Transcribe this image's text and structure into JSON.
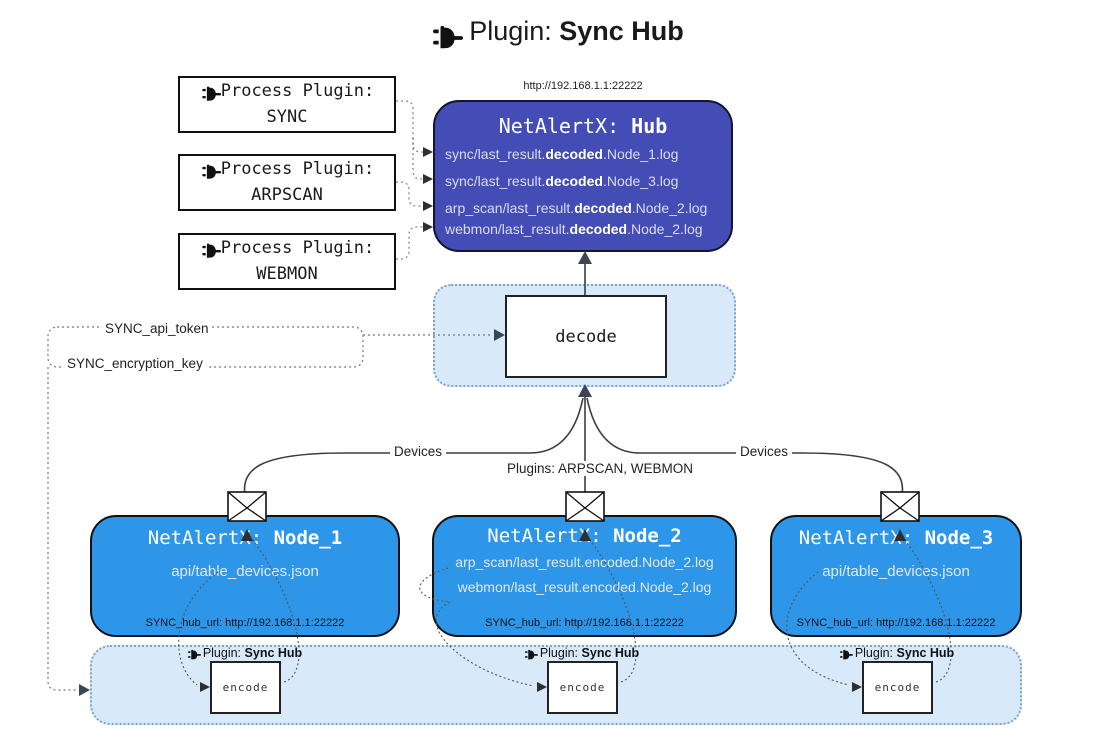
{
  "title": {
    "label": "Plugin:",
    "name": "Sync Hub"
  },
  "hub": {
    "url": "http://192.168.1.1:22222",
    "name_label": "NetAlertX:",
    "name": "Hub",
    "files": [
      {
        "pre": "sync/last_result.",
        "bold": "decoded",
        "post": ".Node_1.log"
      },
      {
        "pre": "sync/last_result.",
        "bold": "decoded",
        "post": ".Node_3.log"
      },
      {
        "pre": "arp_scan/last_result.",
        "bold": "decoded",
        "post": ".Node_2.log"
      },
      {
        "pre": "webmon/last_result.",
        "bold": "decoded",
        "post": ".Node_2.log"
      }
    ]
  },
  "process_plugins": [
    {
      "label": "Process Plugin:",
      "name": "SYNC"
    },
    {
      "label": "Process Plugin:",
      "name": "ARPSCAN"
    },
    {
      "label": "Process Plugin:",
      "name": "WEBMON"
    }
  ],
  "settings": {
    "api_token": "SYNC_api_token",
    "encryption_key": "SYNC_encryption_key"
  },
  "decode": {
    "label": "decode"
  },
  "edge_labels": {
    "devices_left": "Devices",
    "plugins_mid": "Plugins: ARPSCAN, WEBMON",
    "devices_right": "Devices"
  },
  "nodes": [
    {
      "name_label": "NetAlertX:",
      "name": "Node_1",
      "files": [
        "api/table_devices.json"
      ],
      "hub_url": "SYNC_hub_url: http://192.168.1.1:22222"
    },
    {
      "name_label": "NetAlertX:",
      "name": "Node_2",
      "files": [
        "arp_scan/last_result.encoded.Node_2.log",
        "webmon/last_result.encoded.Node_2.log"
      ],
      "hub_url": "SYNC_hub_url: http://192.168.1.1:22222"
    },
    {
      "name_label": "NetAlertX:",
      "name": "Node_3",
      "files": [
        "api/table_devices.json"
      ],
      "hub_url": "SYNC_hub_url: http://192.168.1.1:22222"
    }
  ],
  "encoders": [
    {
      "plugin_label": "Plugin:",
      "plugin_name": "Sync Hub",
      "label": "encode"
    },
    {
      "plugin_label": "Plugin:",
      "plugin_name": "Sync Hub",
      "label": "encode"
    },
    {
      "plugin_label": "Plugin:",
      "plugin_name": "Sync Hub",
      "label": "encode"
    }
  ],
  "colors": {
    "hub_bg": "#444cb5",
    "node_bg": "#2e96e8",
    "panel_bg": "#d8e9fa",
    "wire_dark": "#3d3d3d",
    "arrow_slate": "#3a4656"
  }
}
